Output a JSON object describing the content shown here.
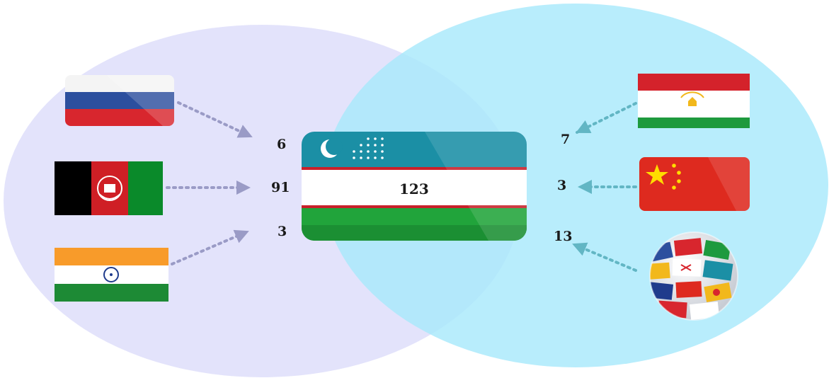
{
  "colors": {
    "left_circle": "#e3e3fb",
    "right_circle": "#b2ecfb",
    "left_arrow": "#9a9bc6",
    "right_arrow": "#62b6c4"
  },
  "center": {
    "flag": "uzbekistan-flag",
    "value": "123"
  },
  "left": {
    "items": [
      {
        "flag": "russia-flag",
        "value": "6"
      },
      {
        "flag": "afghanistan-flag",
        "value": "91"
      },
      {
        "flag": "india-flag",
        "value": "3"
      }
    ]
  },
  "right": {
    "items": [
      {
        "flag": "tajikistan-flag",
        "value": "7"
      },
      {
        "flag": "china-flag",
        "value": "3"
      },
      {
        "flag": "world-flags-globe",
        "value": "13"
      }
    ]
  }
}
